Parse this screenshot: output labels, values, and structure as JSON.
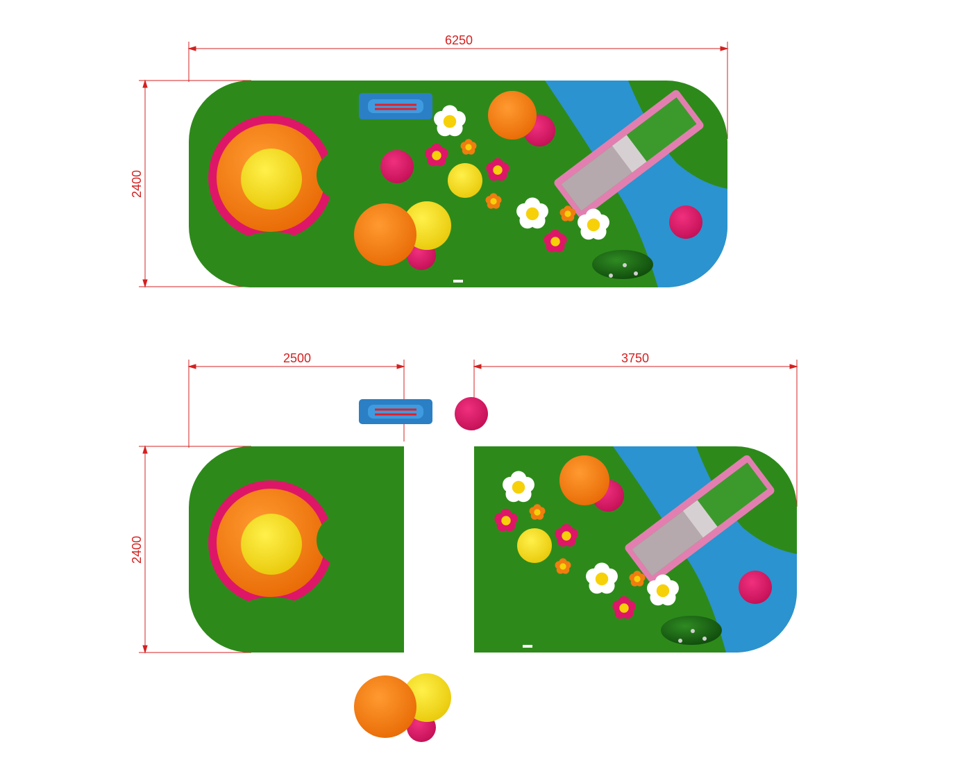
{
  "diagram": {
    "colors": {
      "grass": "#2d8a1a",
      "grass_dark": "#1f6e12",
      "water": "#2b93cf",
      "orange": "#f07d10",
      "yellow": "#f6e11a",
      "magenta": "#de1667",
      "white": "#ffffff",
      "slide_frame": "#e27fb0",
      "slide_bed": "#b5a9ad",
      "dimension": "#d42020",
      "springer": "#1c5f16"
    },
    "top_view": {
      "width_label": "6250",
      "height_label": "2400"
    },
    "split_view": {
      "left_width_label": "2500",
      "right_width_label": "3750",
      "height_label": "2400"
    }
  }
}
